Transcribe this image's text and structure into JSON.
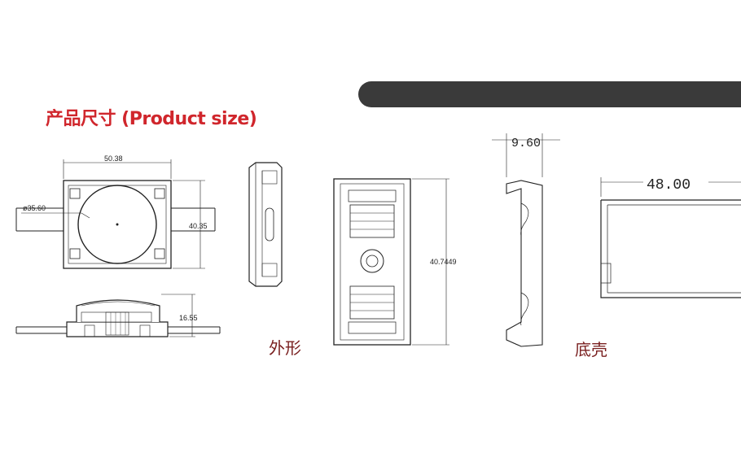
{
  "title": "产品尺寸 (Product size)",
  "captions": {
    "outline": "外形",
    "bottom_shell": "底壳"
  },
  "dimensions": {
    "width_top": "50.38",
    "lens_diameter": "ø35.60",
    "height_side": "40.35",
    "thickness": "16.55",
    "inner_height": "40.7449",
    "shell_depth": "9.60",
    "shell_length": "48.00"
  },
  "colors": {
    "title": "#d0262c",
    "caption": "#7a2020",
    "banner": "#3a3a3a"
  }
}
